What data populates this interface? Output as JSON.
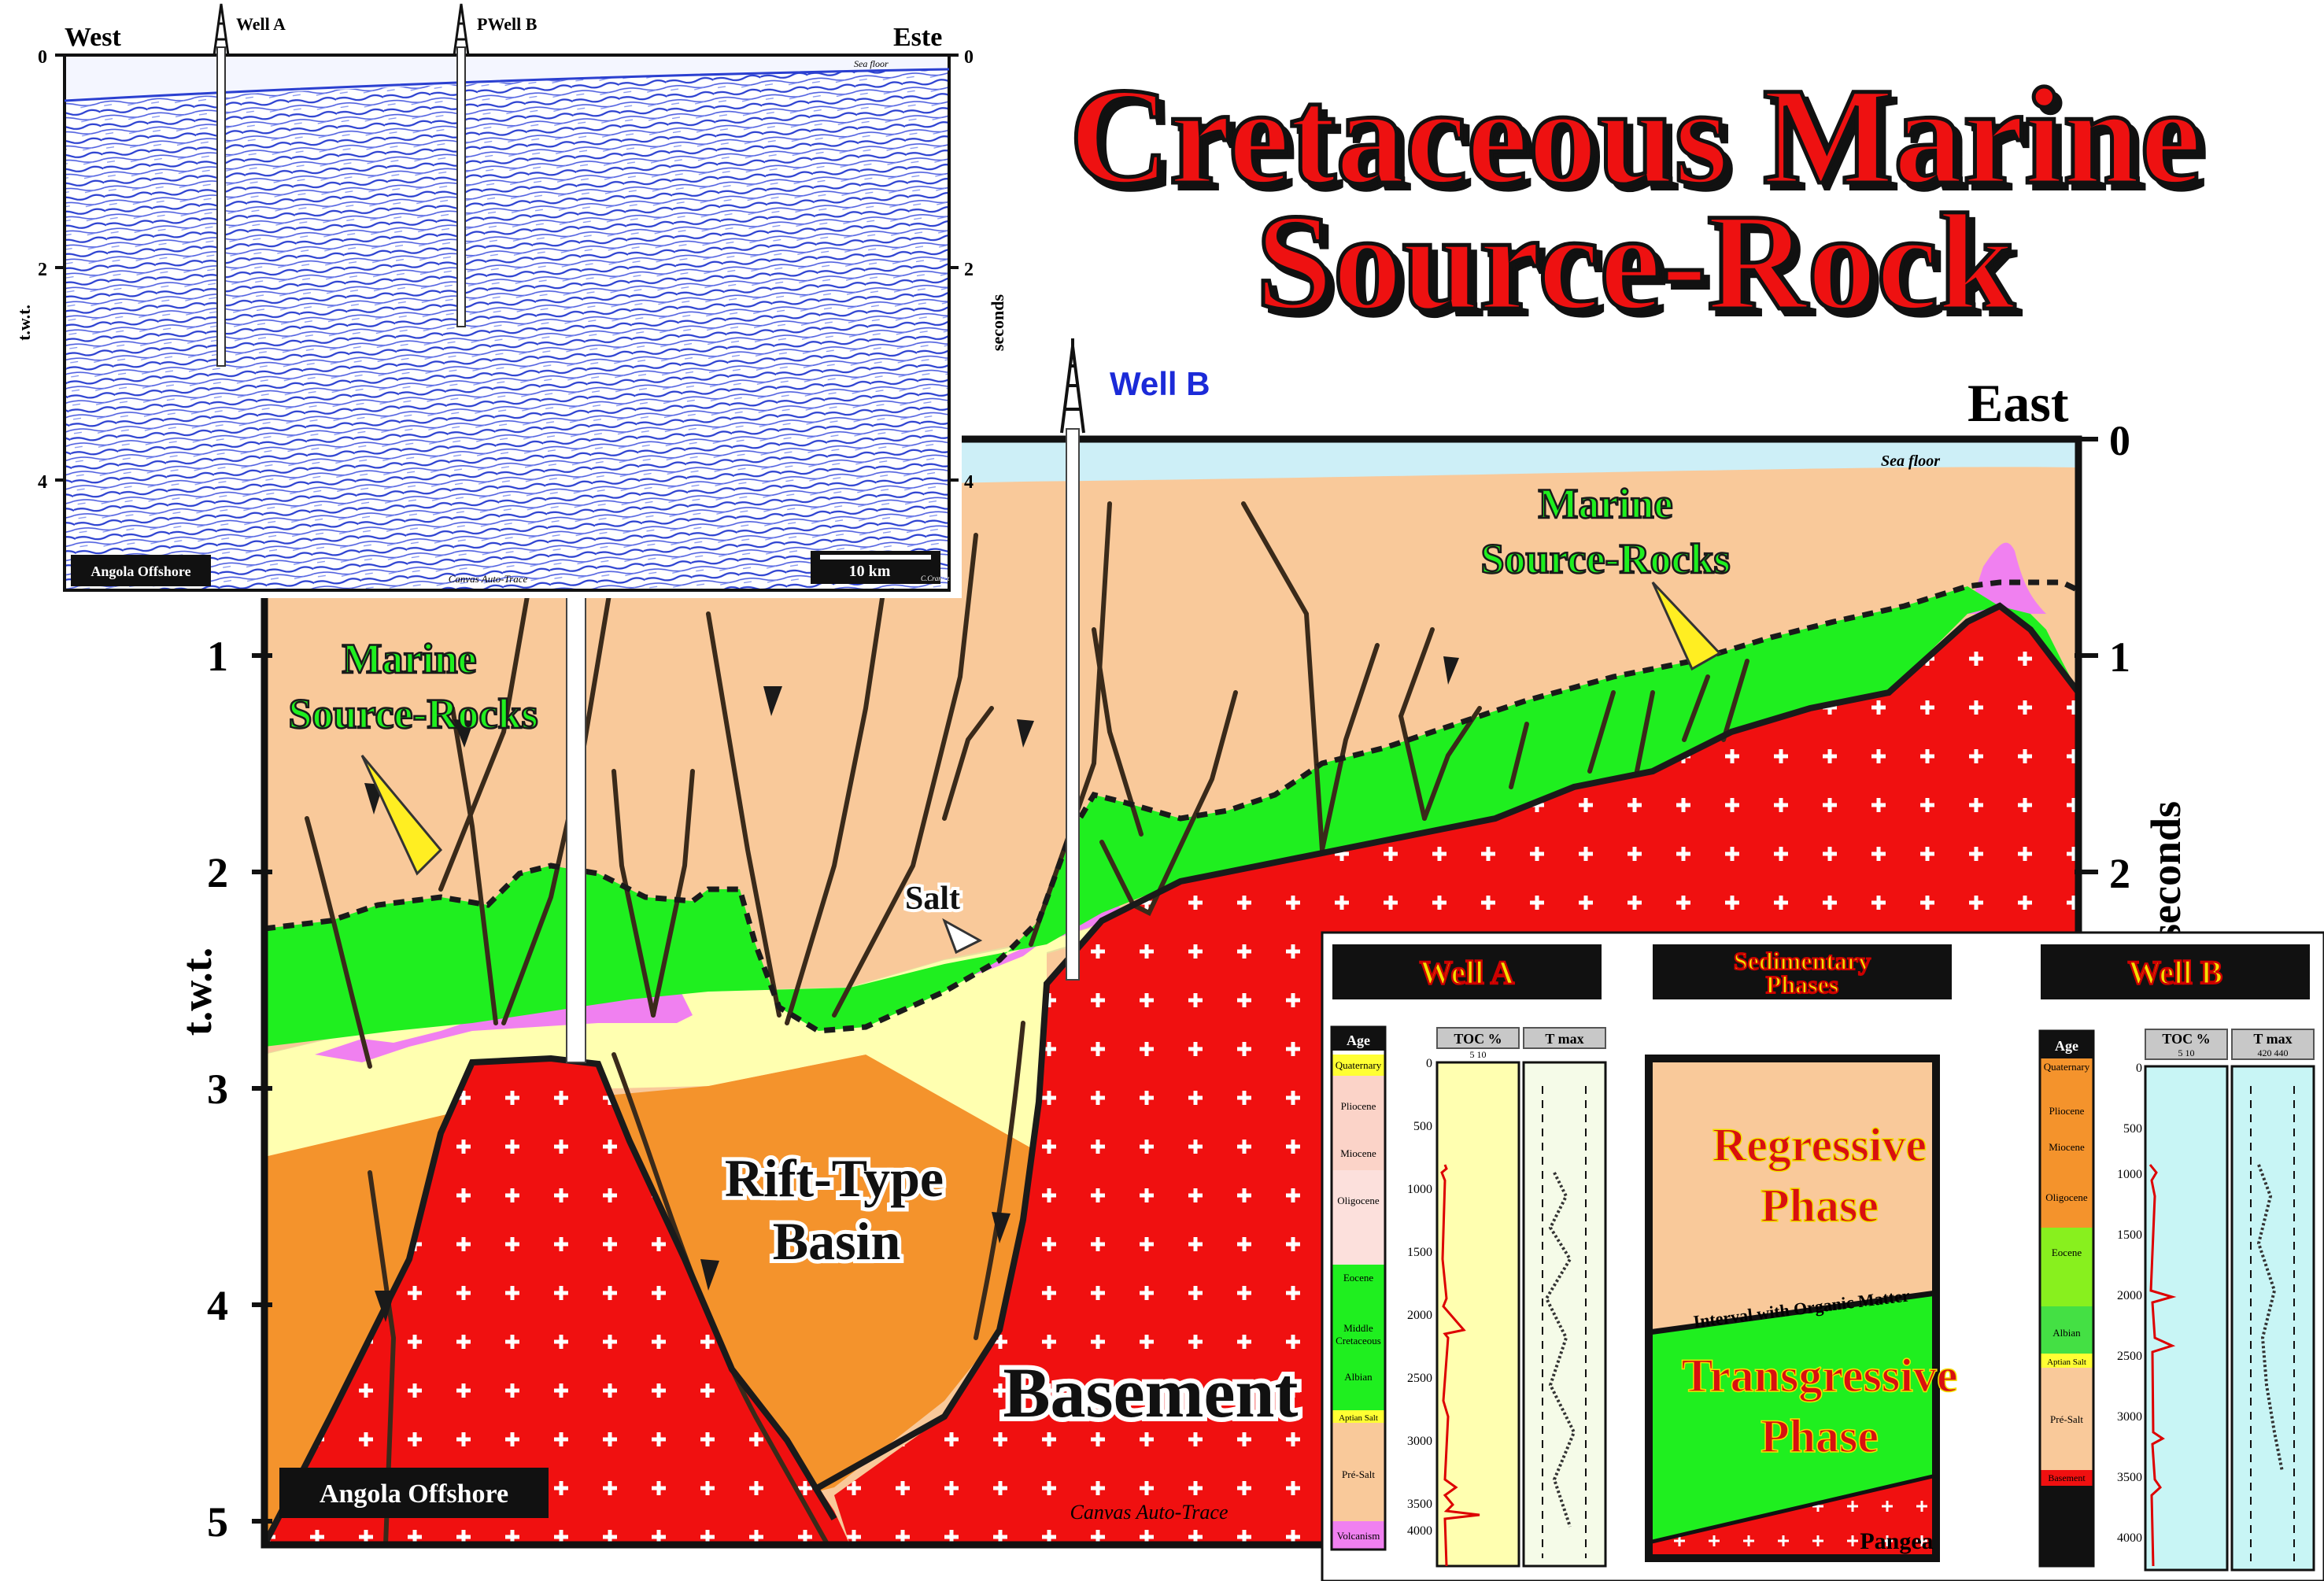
{
  "title": {
    "line1": "Cretaceous Marine",
    "line2": "Source-Rock"
  },
  "seismic_inset": {
    "west": "West",
    "east": "Este",
    "well_a": "Well A",
    "well_b": "PWell B",
    "sea_floor": "Sea floor",
    "left_axis_label": "t.w.t.",
    "right_axis_label": "seconds",
    "ticks": [
      "0",
      "2",
      "4"
    ],
    "location": "Angola Offshore",
    "scale_bar": "10 km",
    "credit": "C.Cramez",
    "watermark": "Canvas Auto-Trace"
  },
  "section": {
    "east": "East",
    "well_b": "Well B",
    "sea_floor": "Sea floor",
    "left_axis_label": "t.w.t.",
    "right_axis_label": "seconds",
    "left_ticks": [
      "1",
      "2",
      "3",
      "4",
      "5"
    ],
    "right_ticks": [
      "0",
      "1",
      "2"
    ],
    "source_rocks_left_1": "Marine",
    "source_rocks_left_2": "Source-Rocks",
    "source_rocks_right_1": "Marine",
    "source_rocks_right_2": "Source-Rocks",
    "salt": "Salt",
    "rift_1": "Rift-Type",
    "rift_2": "Basin",
    "basement": "Basement",
    "location": "Angola Offshore",
    "watermark": "Canvas Auto-Trace",
    "colors": {
      "overburden": "#f9c99a",
      "source_rock": "#1fef1f",
      "salt": "#f080f0",
      "presalt": "#ffffb0",
      "rift_fill": "#f4932c",
      "basement": "#f01010"
    }
  },
  "panel": {
    "well_a_title": "Well A",
    "phases_title_1": "Sedimentary",
    "phases_title_2": "Phases",
    "well_b_title": "Well B",
    "age_header": "Age",
    "toc_header": "TOC %",
    "tmax_header": "T max",
    "toc_scale_a": "5    10",
    "toc_scale_b": "5    10",
    "tmax_scale_b": "420   440",
    "depths_a": [
      "0",
      "500",
      "1000",
      "1500",
      "2000",
      "2500",
      "3000",
      "3500",
      "4000"
    ],
    "depths_b": [
      "0",
      "500",
      "1000",
      "1500",
      "2000",
      "2500",
      "3000",
      "3500",
      "4000"
    ],
    "ages_a": [
      "Quaternary",
      "Pliocene",
      "Miocene",
      "Oligocene",
      "Eocene",
      "Middle",
      "Cretaceous",
      "Albian",
      "Aptian Salt",
      "Pré-Salt",
      "Volcanism"
    ],
    "ages_b": [
      "Quaternary",
      "Pliocene",
      "Miocene",
      "Oligocene",
      "Eocene",
      "Albian",
      "Aptian Salt",
      "Pré-Salt",
      "Basement"
    ],
    "regressive_1": "Regressive",
    "regressive_2": "Phase",
    "interval": "Interval with Organic Matter",
    "transgressive_1": "Transgressive",
    "transgressive_2": "Phase",
    "pangea": "Pangea"
  }
}
